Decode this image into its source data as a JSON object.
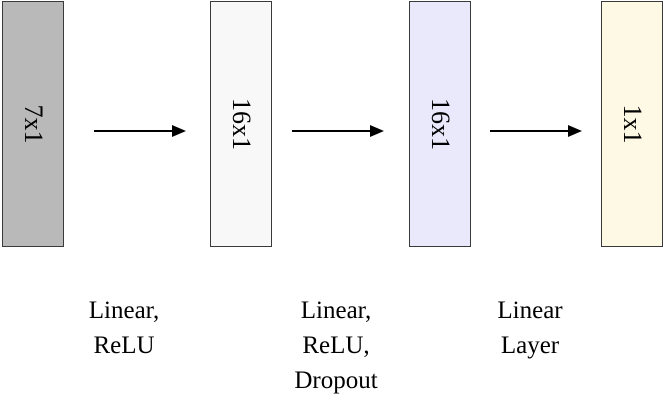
{
  "colors": {
    "input_layer_fill": "#b9b9b9",
    "hidden1_layer_fill": "#f8f8f8",
    "hidden2_layer_fill": "#e9e9fb",
    "output_layer_fill": "#fdf9e4",
    "border": "#3a3a3a",
    "arrow": "#000000"
  },
  "layers": [
    {
      "label": "7x1"
    },
    {
      "label": "16x1"
    },
    {
      "label": "16x1"
    },
    {
      "label": "1x1"
    }
  ],
  "operations": [
    {
      "lines": [
        "Linear,",
        "ReLU"
      ]
    },
    {
      "lines": [
        "Linear,",
        "ReLU,",
        "Dropout"
      ]
    },
    {
      "lines": [
        "Linear",
        "Layer"
      ]
    }
  ]
}
